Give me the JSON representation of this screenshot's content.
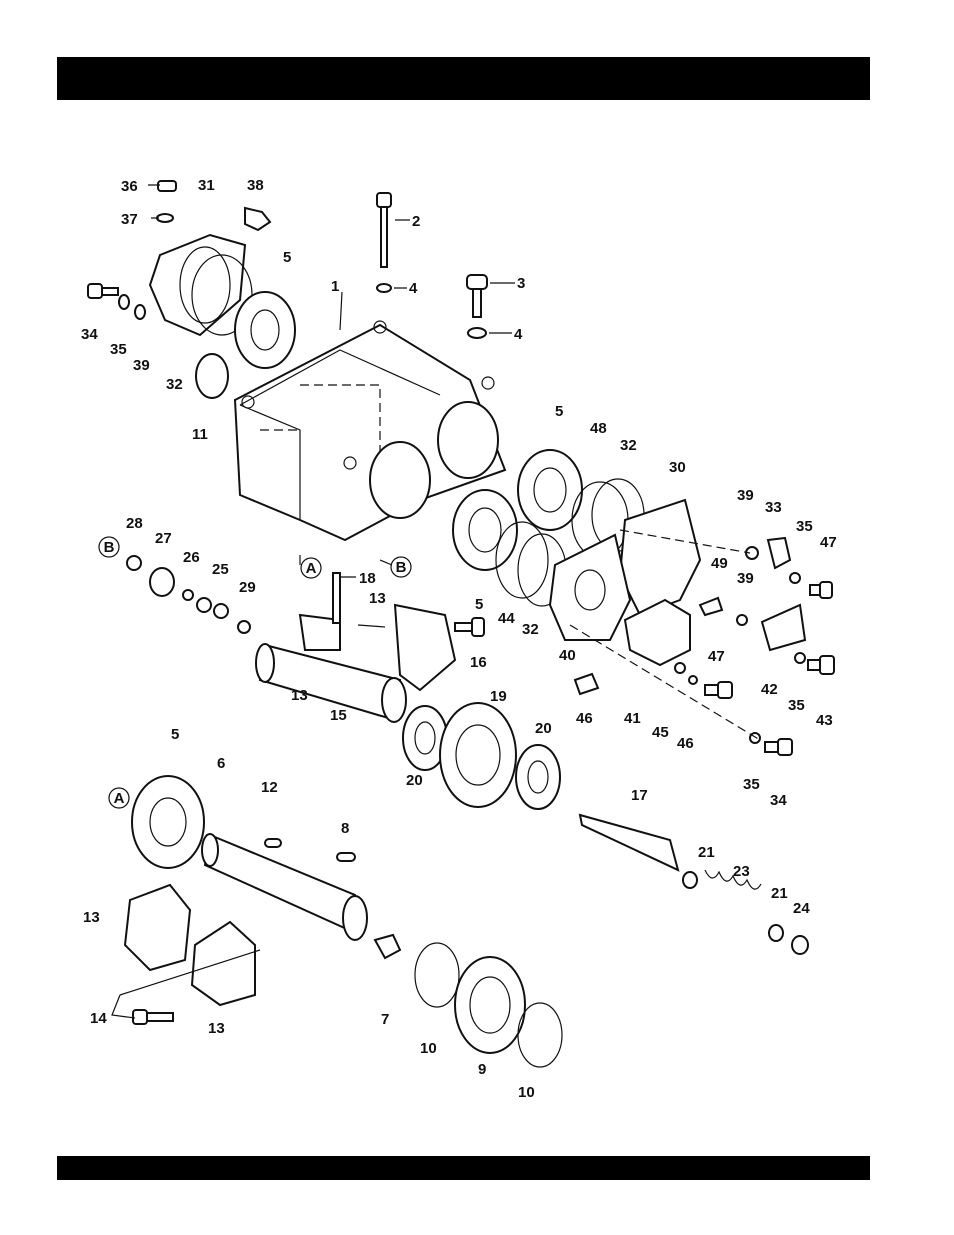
{
  "header_bar": {
    "color": "#000000"
  },
  "footer_bar": {
    "color": "#000000"
  },
  "reference_marks": [
    "A",
    "B"
  ],
  "callout_numbers": [
    "1",
    "2",
    "3",
    "4",
    "5",
    "6",
    "7",
    "8",
    "9",
    "10",
    "11",
    "12",
    "13",
    "14",
    "15",
    "16",
    "17",
    "18",
    "19",
    "20",
    "21",
    "23",
    "24",
    "25",
    "26",
    "27",
    "28",
    "29",
    "30",
    "31",
    "32",
    "33",
    "34",
    "35",
    "36",
    "37",
    "38",
    "39",
    "40",
    "41",
    "42",
    "43",
    "44",
    "45",
    "46",
    "47",
    "48",
    "49"
  ]
}
